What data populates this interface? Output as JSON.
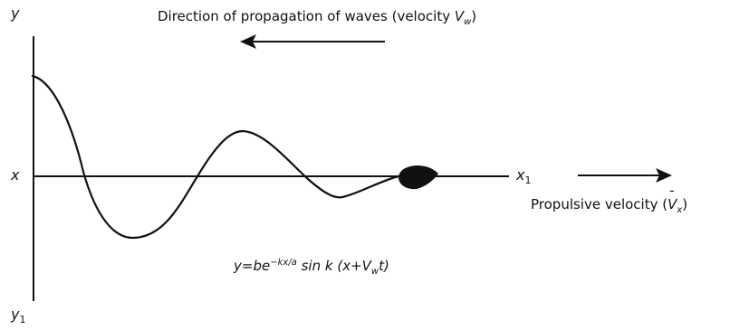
{
  "figure": {
    "ink_color": "#111111",
    "background_color": "#ffffff",
    "axis_labels": {
      "y_top": "y",
      "y_bottom": "y",
      "y_bottom_sub": "1",
      "x_left": "x",
      "x_right": "x",
      "x_right_sub": "1"
    },
    "wave_direction": {
      "text_before": "Direction of propagation of waves (velocity ",
      "var": "V",
      "sub": "w",
      "text_after": ")",
      "arrow_direction": "left"
    },
    "propulsion": {
      "text_before": "Propulsive velocity (",
      "var": "V",
      "bar": "¯",
      "sub": "x",
      "text_after": ")",
      "arrow_direction": "right"
    },
    "equation": {
      "lhs": "y",
      "eq": "=",
      "b": "b",
      "e": "e",
      "exponent": "−kx/a",
      "sin_k": "sin k",
      "paren_open": "(x+",
      "V": "V",
      "V_sub": "w",
      "t_close": "t)"
    },
    "curve": {
      "description_icon": "damped-sine-wave",
      "body_shape": "swimming-body-silhouette"
    }
  }
}
